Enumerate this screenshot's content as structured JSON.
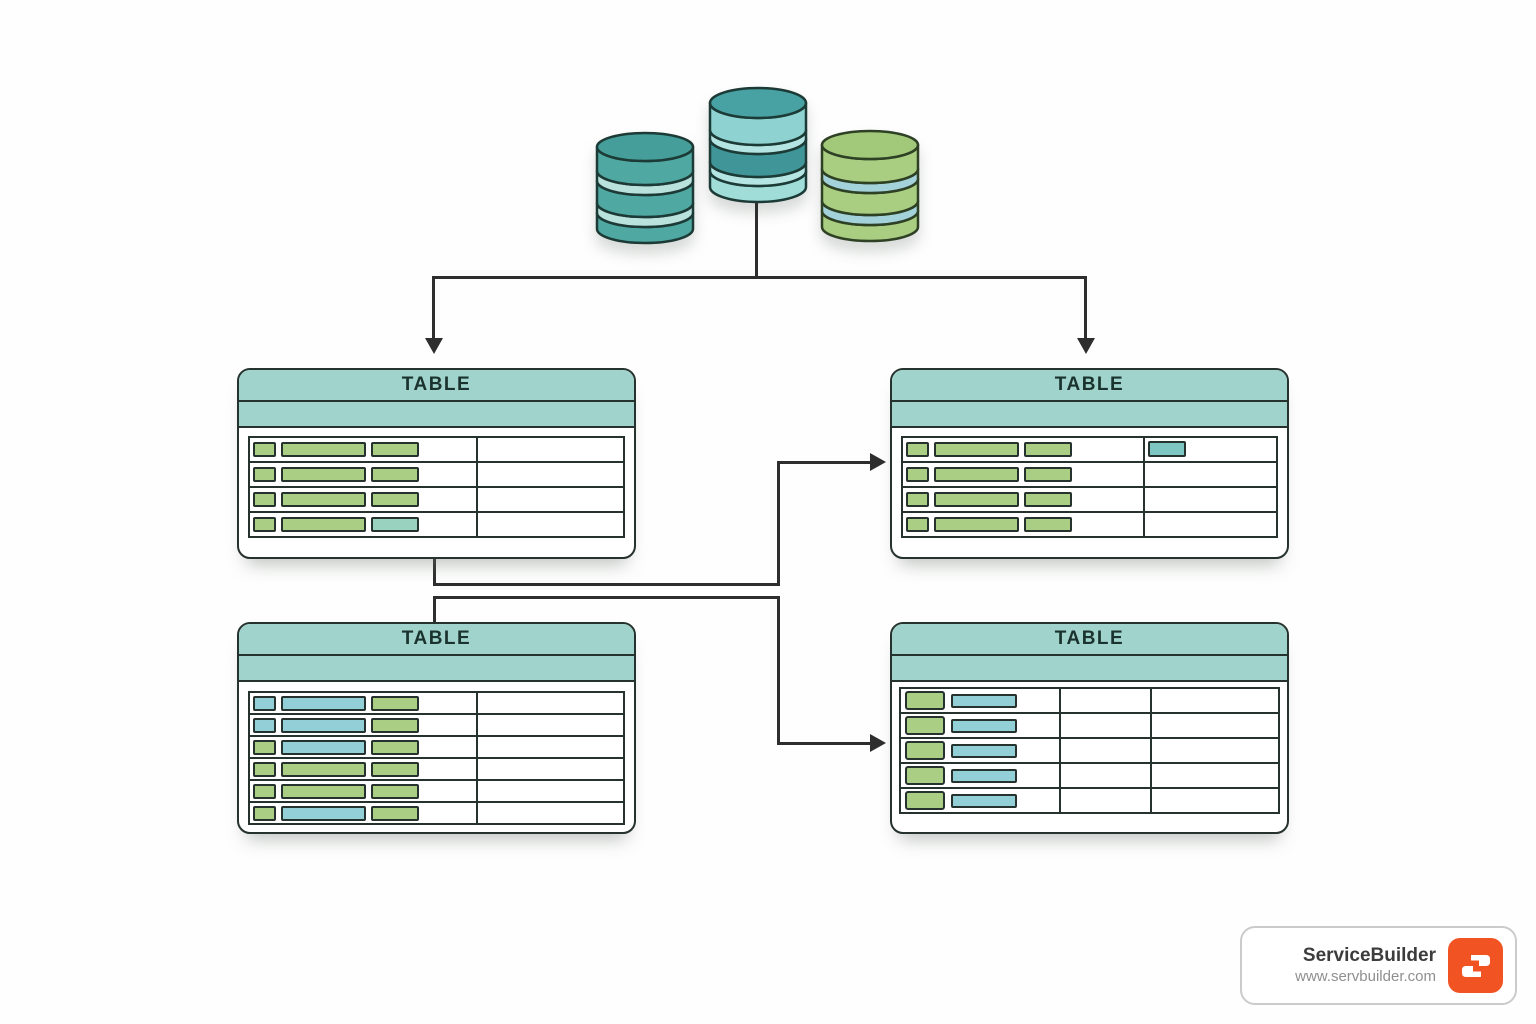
{
  "palette": {
    "header_teal": "#a0d3cc",
    "outline": "#26322d",
    "connector_line": "#2e2e2e",
    "green": "#a9ce84",
    "blue": "#92cfd6",
    "teal": "#9ad2c0",
    "cyan": "#7ec6c2",
    "badge_orange": "#f15323"
  },
  "databases": [
    {
      "name": "database-cylinder-teal",
      "top": "#459e99",
      "body": "#50a8a2",
      "band": "#b9e2dd"
    },
    {
      "name": "database-cylinder-teal-light",
      "top": "#48a1a2",
      "seg1": "#8ed3d1",
      "seg2": "#3f9598",
      "seg3": "#a0dcd8",
      "band": "#b5e5e2"
    },
    {
      "name": "database-cylinder-green",
      "top": "#a2c979",
      "body": "#a9cd81",
      "band": "#a3d2da"
    }
  ],
  "tables": [
    {
      "title": "TABLE",
      "position": "top-left",
      "rows": [
        [
          "green",
          "green",
          "green"
        ],
        [
          "green",
          "green",
          "green"
        ],
        [
          "green",
          "green",
          "green"
        ],
        [
          "green",
          "green",
          "teal"
        ]
      ]
    },
    {
      "title": "TABLE",
      "position": "top-right",
      "rows": [
        [
          "green",
          "green",
          "green"
        ],
        [
          "green",
          "green",
          "green"
        ],
        [
          "green",
          "green",
          "green"
        ],
        [
          "green",
          "green",
          "green"
        ]
      ],
      "right_cell": {
        "row": 0,
        "color": "cyan"
      }
    },
    {
      "title": "TABLE",
      "position": "bottom-left",
      "rows": [
        [
          "blue",
          "blue",
          "green"
        ],
        [
          "blue",
          "blue",
          "green"
        ],
        [
          "green",
          "blue",
          "green"
        ],
        [
          "green",
          "green",
          "green"
        ],
        [
          "green",
          "green",
          "green"
        ],
        [
          "green",
          "blue",
          "green"
        ]
      ]
    },
    {
      "title": "TABLE",
      "position": "bottom-right",
      "rows": [
        [
          "green",
          "blue"
        ],
        [
          "green",
          "blue"
        ],
        [
          "green",
          "blue"
        ],
        [
          "green",
          "blue"
        ],
        [
          "green",
          "blue"
        ]
      ]
    }
  ],
  "connectors": [
    {
      "from": "databases",
      "to": "table-top-left"
    },
    {
      "from": "databases",
      "to": "table-top-right"
    },
    {
      "from": "table-top-left",
      "to": "table-top-right"
    },
    {
      "from": "table-bottom-left",
      "to": "table-bottom-right"
    }
  ],
  "badge": {
    "brand": "ServiceBuilder",
    "website": "www.servbuilder.com"
  }
}
